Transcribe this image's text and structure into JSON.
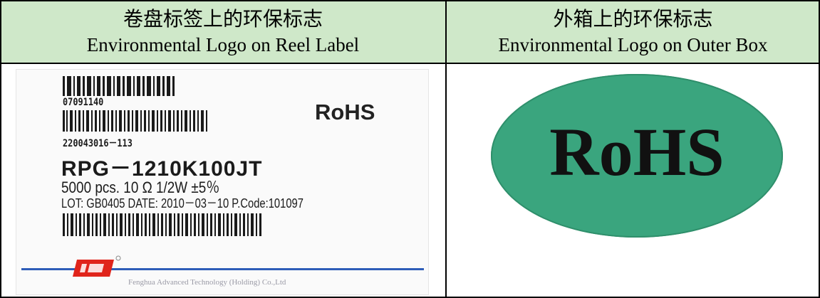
{
  "headers": [
    {
      "zh": "卷盘标签上的环保标志",
      "en": "Environmental Logo on Reel Label"
    },
    {
      "zh": "外箱上的环保标志",
      "en": "Environmental Logo on Outer Box"
    }
  ],
  "reel_label": {
    "code1": "07091140",
    "rohs": "RoHS",
    "code2": "220043016－113",
    "part_number": "RPG－1210K100JT",
    "spec_line": "5000 pcs.     10   Ω  1/2W  ±5％",
    "lot_line": "LOT: GB0405  DATE: 2010－03－10  P.Code:101097",
    "company": "Fenghua Advanced Technology (Holding) Co.,Ltd",
    "colors": {
      "logo_red": "#e0241b",
      "logo_blue": "#2e5db8"
    }
  },
  "outer_box": {
    "rohs": "RoHS",
    "colors": {
      "oval": "#3aa57e"
    }
  },
  "colors": {
    "header_bg": "#cfe8c9"
  }
}
